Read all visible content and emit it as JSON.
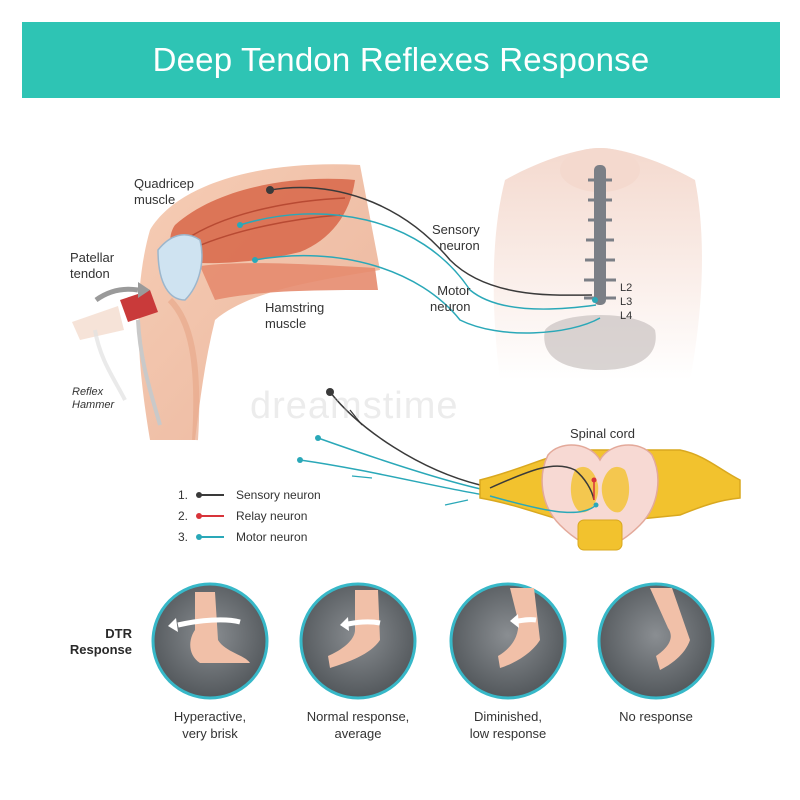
{
  "title": "Deep Tendon Reflexes Response",
  "colors": {
    "banner": "#2ec4b4",
    "sensory": "#3a3a3a",
    "relay": "#d8343a",
    "motor": "#2aa8b8",
    "spinal_cord": "#f2c22e"
  },
  "labels": {
    "quadricep": "Quadricep\nmuscle",
    "patellar": "Patellar\ntendon",
    "hamstring": "Hamstring\nmuscle",
    "hammer": "Reflex\nHammer",
    "sensory_neuron": "Sensory\nneuron",
    "motor_neuron": "Motor\nneuron",
    "l2": "L2",
    "l3": "L3",
    "l4": "L4",
    "spinal_cord": "Spinal cord"
  },
  "legend": [
    {
      "num": "1.",
      "label": "Sensory neuron",
      "color": "#3a3a3a"
    },
    {
      "num": "2.",
      "label": "Relay neuron",
      "color": "#d8343a"
    },
    {
      "num": "3.",
      "label": "Motor neuron",
      "color": "#2aa8b8"
    }
  ],
  "dtr": {
    "title": "DTR\nResponse",
    "items": [
      {
        "caption": "Hyperactive,\nvery brisk",
        "arrow": "long"
      },
      {
        "caption": "Normal response,\naverage",
        "arrow": "medium"
      },
      {
        "caption": "Diminished,\nlow response",
        "arrow": "short"
      },
      {
        "caption": "No response",
        "arrow": "none"
      }
    ]
  },
  "watermark": "dreamstime"
}
